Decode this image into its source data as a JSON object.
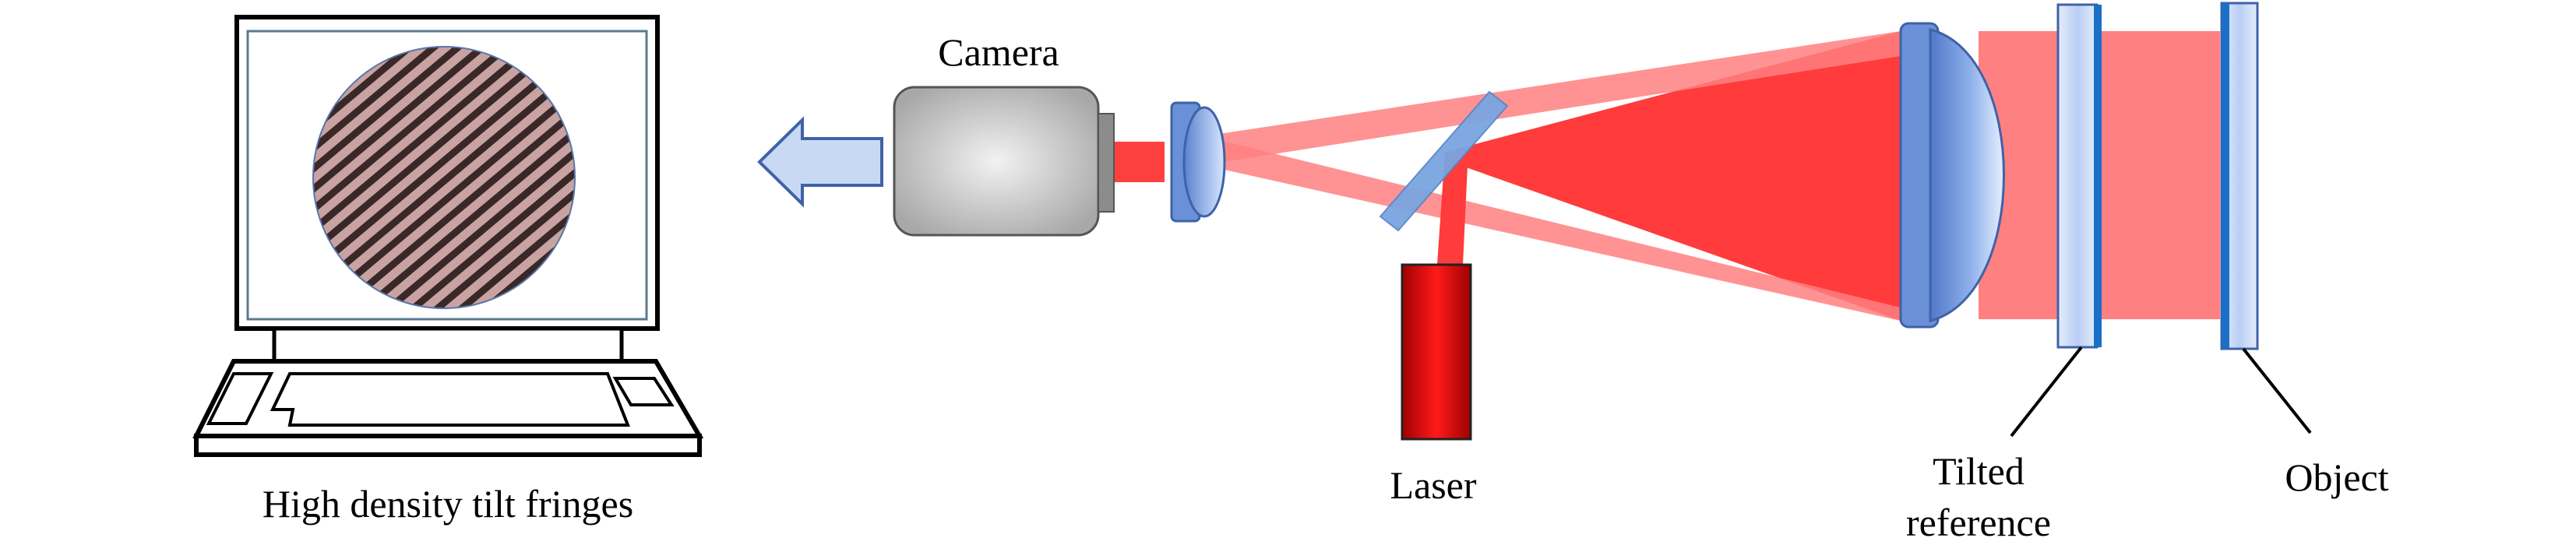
{
  "labels": {
    "camera": "Camera",
    "laser": "Laser",
    "tilted_reference_line1": "Tilted",
    "tilted_reference_line2": "reference",
    "object": "Object",
    "monitor_caption": "High density tilt fringes"
  },
  "colors": {
    "beam_light": "#ff8080",
    "beam_dark": "#ff3b3b",
    "laser_body": "#ee0000",
    "optic_blue": "#6a90d8",
    "plate_edge": "#1a6fc9",
    "camera_body": "#bdbdbd",
    "arrow_fill": "#c8daf3",
    "fringe_dark": "#3a2a2a",
    "fringe_light": "#caa5a5"
  },
  "icons": {
    "computer": "desktop-computer-icon",
    "arrow": "left-arrow-icon"
  }
}
